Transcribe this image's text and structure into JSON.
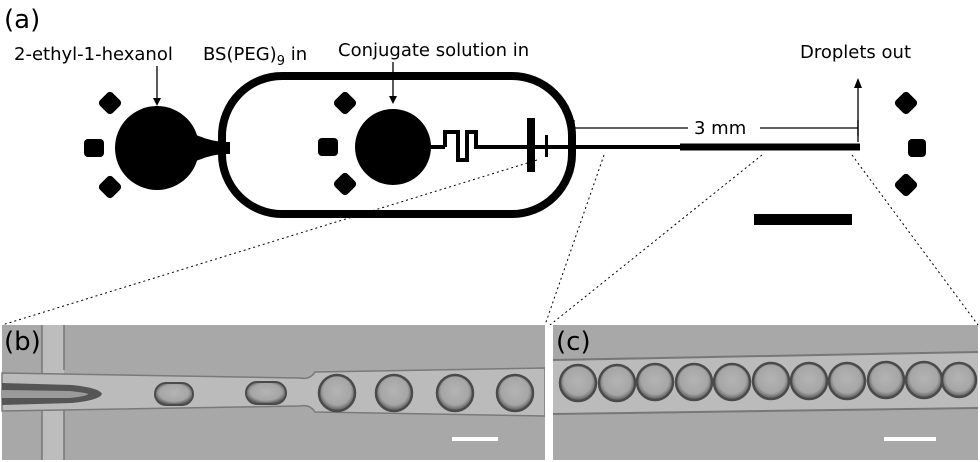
{
  "figure": {
    "panel_a": {
      "label": "(a)",
      "inlet_oil": "2-ethyl-1-hexanol",
      "inlet_bs": "BS(PEG)",
      "inlet_bs_sub": "9",
      "inlet_bs_suffix": " in",
      "inlet_conjugate": "Conjugate solution in",
      "outlet": "Droplets out",
      "scale_text": "3 mm"
    },
    "panel_b": {
      "label": "(b)"
    },
    "panel_c": {
      "label": "(c)"
    },
    "colors": {
      "ink": "#000000",
      "micrograph_bg": "#a9a9a9",
      "channel": "#bdbdbd",
      "droplet_edge": "#4a4a4a",
      "scale_bar": "#ffffff"
    }
  }
}
